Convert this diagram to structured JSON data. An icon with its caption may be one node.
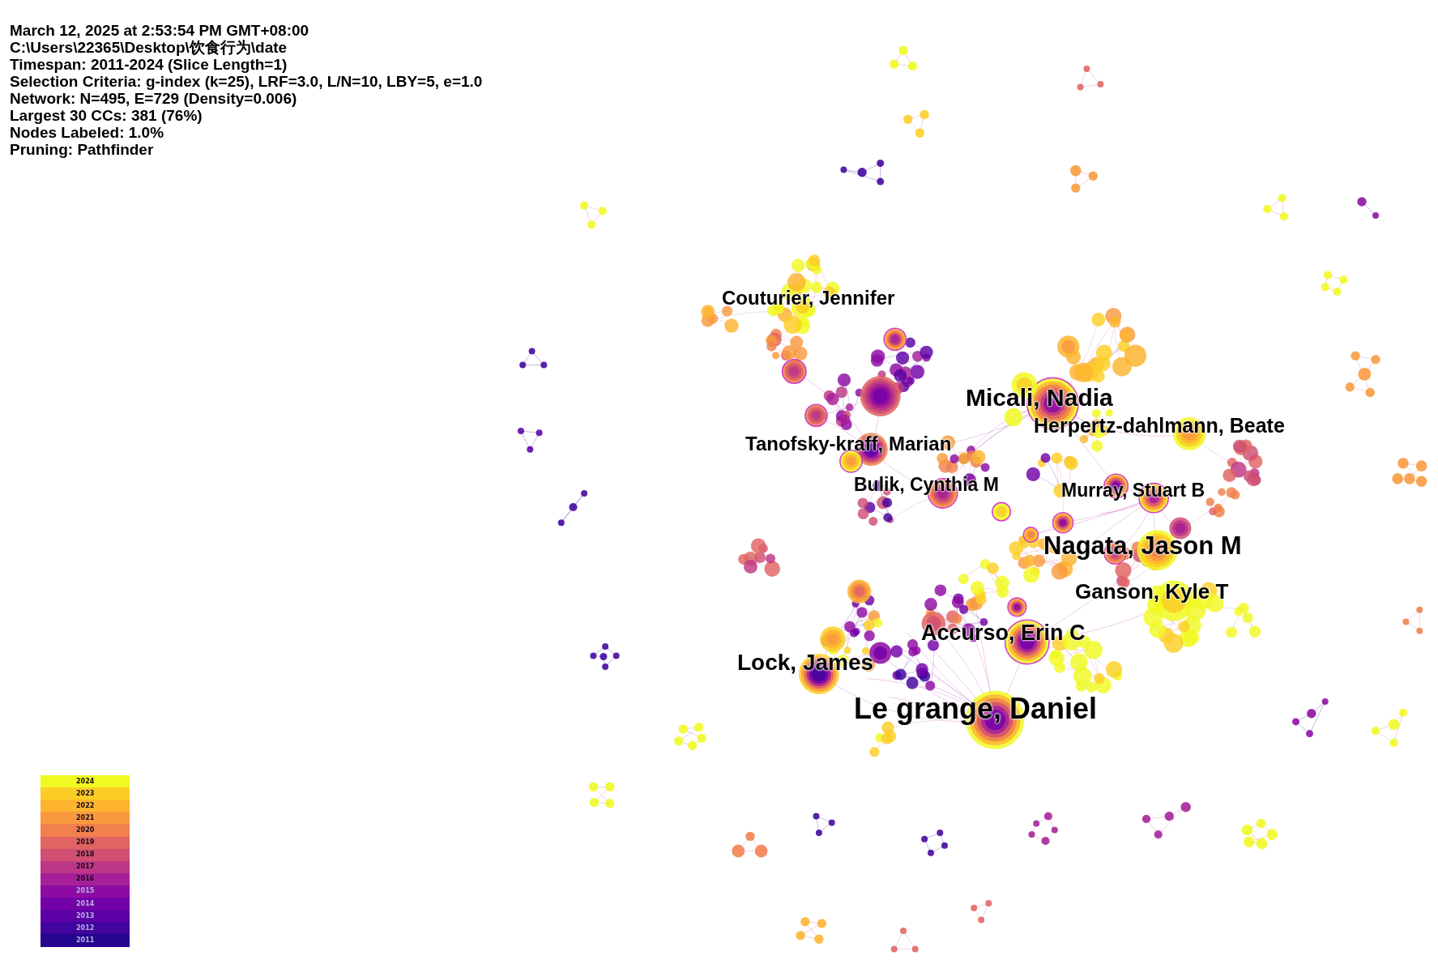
{
  "diagram": {
    "labels": [
      "March 12, 2025 at 2:53:54 PM GMT+08:00",
      "C:\\Users\\22365\\Desktop\\饮食行为\\date",
      "Timespan: 2011-2024 (Slice Length=1)",
      "Selection Criteria: g-index (k=25), LRF=3.0, L/N=10, LBY=5, e=1.0",
      "Network: N=495, E=729 (Density=0.006)",
      "Largest 30 CCs: 381 (76%)",
      "Nodes Labeled: 1.0%",
      "Pruning: Pathfinder",
      "Couturier, Jennifer",
      "Micali, Nadia",
      "Herpertz-dahlmann, Beate",
      "Tanofsky-kraff, Marian",
      "Bulik, Cynthia M",
      "Murray, Stuart B",
      "Nagata, Jason M",
      "Ganson, Kyle T",
      "Accurso, Erin C",
      "Lock, James",
      "Le grange, Daniel"
    ],
    "legend": [
      {
        "text": "2024",
        "color": "#f0f921"
      },
      {
        "text": "2023",
        "color": "#fcce25"
      },
      {
        "text": "2022",
        "color": "#fdb42f"
      },
      {
        "text": "2021",
        "color": "#f99a3e"
      },
      {
        "text": "2020",
        "color": "#f0804d"
      },
      {
        "text": "2019",
        "color": "#e16462"
      },
      {
        "text": "2018",
        "color": "#d04f73"
      },
      {
        "text": "2017",
        "color": "#bd3786"
      },
      {
        "text": "2016",
        "color": "#a62098"
      },
      {
        "text": "2015",
        "color": "#8d0ba3"
      },
      {
        "text": "2014",
        "color": "#7301a8"
      },
      {
        "text": "2013",
        "color": "#5c01a6"
      },
      {
        "text": "2012",
        "color": "#41049d"
      },
      {
        "text": "2011",
        "color": "#24068f"
      }
    ]
  }
}
